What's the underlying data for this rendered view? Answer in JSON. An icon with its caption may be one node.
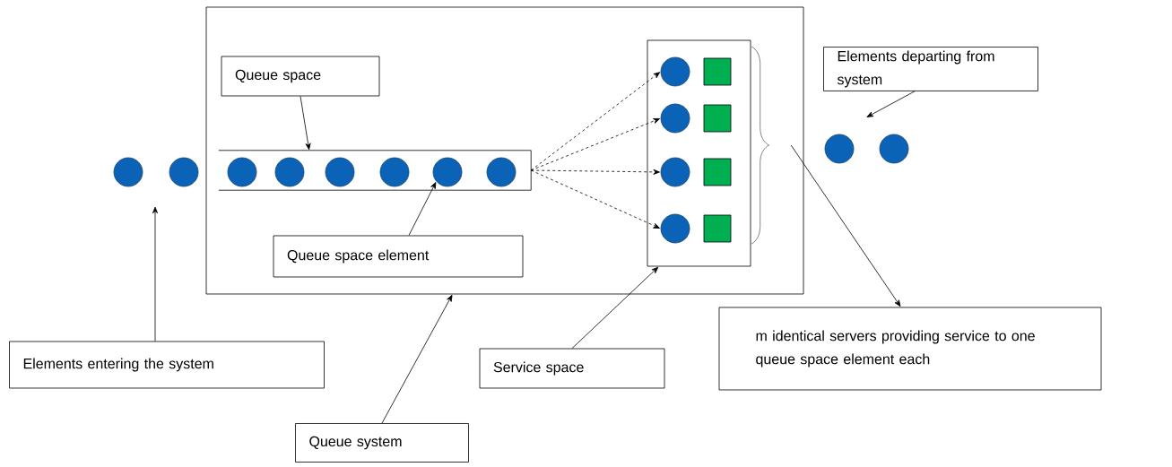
{
  "diagram": {
    "nodes": [
      {
        "text": [],
        "shape": "box"
      },
      {
        "text": [
          "Queue space"
        ],
        "in": 0
      },
      {
        "text": [],
        "shape": "tube",
        "in": 0
      },
      {
        "text": [],
        "shape": "circle",
        "in": 2
      },
      {
        "text": [],
        "shape": "circle",
        "in": 2
      },
      {
        "text": [],
        "shape": "circle",
        "in": 2
      },
      {
        "text": [],
        "shape": "circle",
        "in": 2
      },
      {
        "text": [],
        "shape": "circle",
        "in": 2
      },
      {
        "text": [],
        "shape": "circle",
        "in": 2
      },
      {
        "text": [
          "Queue space element"
        ],
        "in": 0
      },
      {
        "text": [],
        "shape": "box",
        "in": 0
      },
      {
        "text": [],
        "shape": "circle",
        "in": 10
      },
      {
        "text": [],
        "shape": "circle",
        "in": 10
      },
      {
        "text": [],
        "shape": "circle",
        "in": 10
      },
      {
        "text": [],
        "shape": "circle",
        "in": 10
      },
      {
        "text": [],
        "shape": "square",
        "in": 10
      },
      {
        "text": [],
        "shape": "square",
        "in": 10
      },
      {
        "text": [],
        "shape": "square",
        "in": 10
      },
      {
        "text": [],
        "shape": "square",
        "in": 10
      },
      {
        "text": [],
        "shape": "brace",
        "in": 0
      },
      {
        "text": [],
        "shape": "circle"
      },
      {
        "text": [],
        "shape": "circle"
      },
      {
        "text": [],
        "shape": "circle"
      },
      {
        "text": [],
        "shape": "circle"
      },
      {
        "text": [
          "Elements departing from system"
        ]
      },
      {
        "text": [
          "Elements entering the system"
        ]
      },
      {
        "text": [
          "Service space"
        ]
      },
      {
        "text": [
          "m identical servers providing service to one queue space element each"
        ]
      },
      {
        "text": [
          "Queue system"
        ]
      }
    ],
    "edges": [
      {
        "from": 1,
        "to": 2,
        "arrow": "to"
      },
      {
        "from": 9,
        "to": 7,
        "arrow": "to"
      },
      {
        "from": 2,
        "to": 11,
        "arrow": "to",
        "style": "dashed"
      },
      {
        "from": 2,
        "to": 12,
        "arrow": "to",
        "style": "dashed"
      },
      {
        "from": 2,
        "to": 13,
        "arrow": "to",
        "style": "dashed"
      },
      {
        "from": 2,
        "to": 14,
        "arrow": "to",
        "style": "dashed"
      },
      {
        "from": 24,
        "to": null,
        "arrow": "to"
      },
      {
        "from": 25,
        "to": null,
        "arrow": "to"
      },
      {
        "from": 26,
        "to": 10,
        "arrow": "to"
      },
      {
        "from": 28,
        "to": 0,
        "arrow": "to"
      },
      {
        "from": 19,
        "to": 27,
        "arrow": "to"
      }
    ]
  }
}
